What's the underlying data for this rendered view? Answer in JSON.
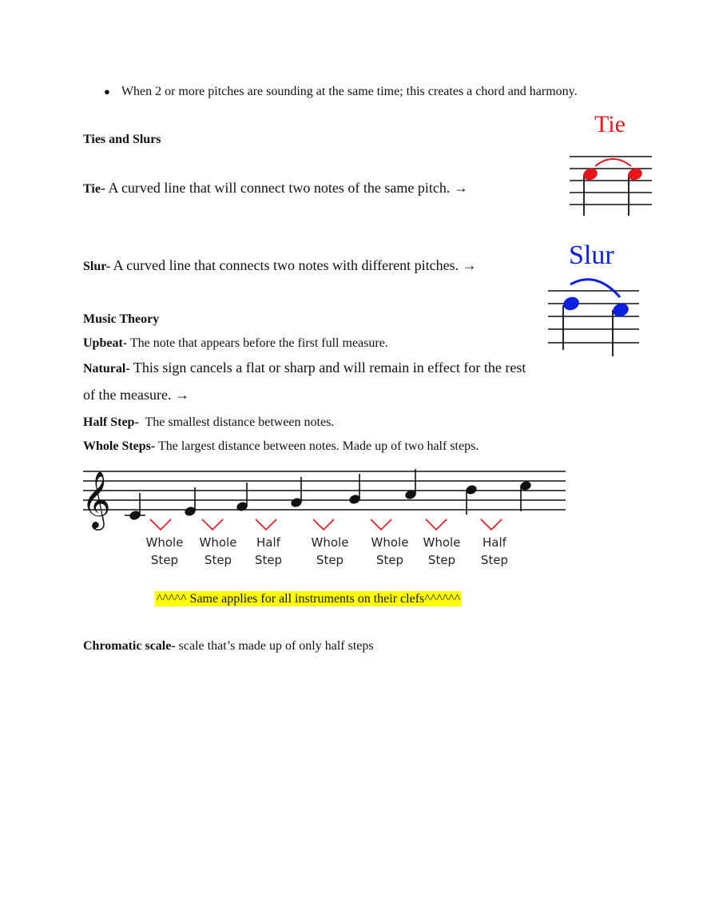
{
  "bullet": {
    "symbol": "●",
    "text": "When 2 or more pitches are sounding at the same time; this creates a chord and harmony."
  },
  "section_ties": {
    "heading": "Ties and Slurs"
  },
  "tie": {
    "term": "Tie",
    "definition": "- A curved line that will connect two notes of the same pitch. →",
    "figure_label": "Tie",
    "color": "#e8141c"
  },
  "slur": {
    "term": "Slur-",
    "definition": " A curved line that connects two notes with different pitches. →",
    "figure_label": "Slur",
    "color": "#0a1fe0"
  },
  "section_theory": {
    "heading": "Music Theory"
  },
  "upbeat": {
    "term": "Upbeat-",
    "definition": " The note that appears before the first full measure."
  },
  "natural": {
    "term": "Natural-",
    "definition_line1": " This sign cancels a flat or sharp and will remain in effect for the rest",
    "definition_line2": "of the measure. →"
  },
  "half_step": {
    "term": "Half Step-",
    "definition": "  The smallest distance between notes."
  },
  "whole_steps": {
    "term": "Whole Steps-",
    "definition": " The largest distance between notes. Made up of two half steps."
  },
  "scale_figure": {
    "steps": [
      {
        "line1": "Whole",
        "line2": "Step"
      },
      {
        "line1": "Whole",
        "line2": "Step"
      },
      {
        "line1": "Half",
        "line2": "Step"
      },
      {
        "line1": "Whole",
        "line2": "Step"
      },
      {
        "line1": "Whole",
        "line2": "Step"
      },
      {
        "line1": "Whole",
        "line2": "Step"
      },
      {
        "line1": "Half",
        "line2": "Step"
      }
    ],
    "mark_color": "#e8141c",
    "clef_symbol": "𝄞"
  },
  "note_highlight": {
    "text": "^^^^^ Same applies for all instruments on their clefs^^^^^^",
    "color": "#ffff00"
  },
  "chromatic": {
    "term": "Chromatic scale-",
    "definition": " scale that’s made up of only half steps"
  }
}
